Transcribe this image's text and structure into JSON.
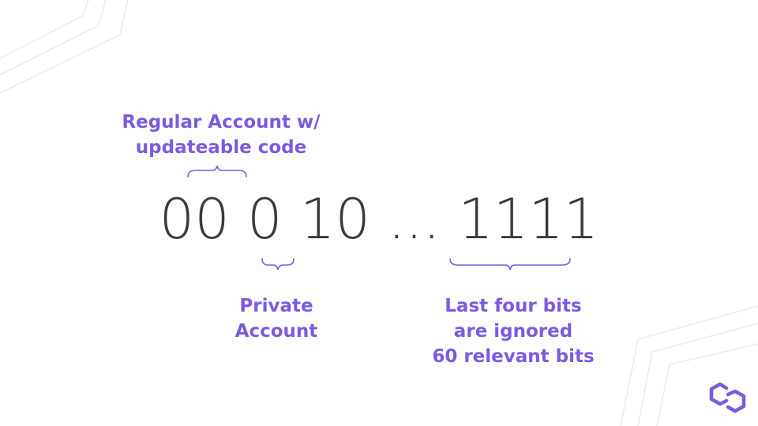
{
  "diagram": {
    "top_label": [
      "Regular Account w/",
      "updateable code"
    ],
    "bit_groups": [
      "00",
      "0",
      "10",
      "...",
      "1111"
    ],
    "middle_label": [
      "Private",
      "Account"
    ],
    "right_label": [
      "Last four bits",
      "are ignored",
      "60 relevant bits"
    ]
  },
  "colors": {
    "accent": "#7b5ae0",
    "text": "#3a3a3a",
    "decor_lines": "#ece7f9"
  },
  "icons": {
    "logo": "polygon-logo-icon"
  }
}
